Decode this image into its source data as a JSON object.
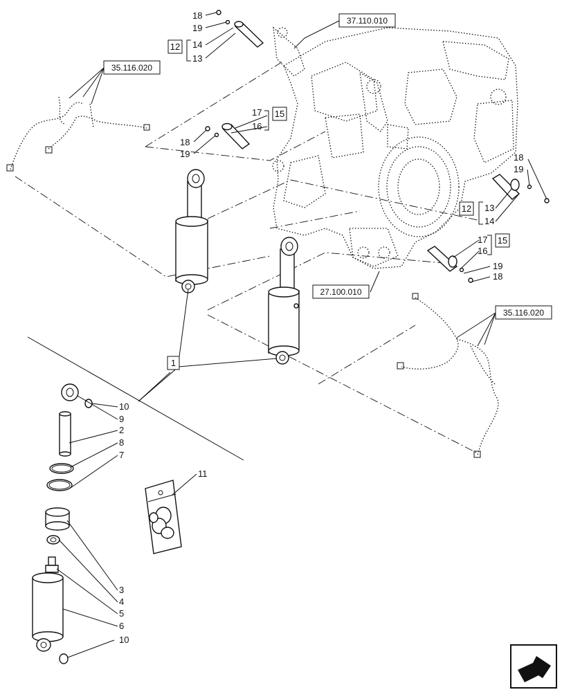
{
  "labels": {
    "ref_lift_arm": "37.110.010",
    "ref_hose_left": "35.116.020",
    "ref_hose_right": "35.116.020",
    "ref_housing": "27.100.010",
    "group_12": "12",
    "group_15": "15",
    "group_1": "1",
    "n18": "18",
    "n19": "19",
    "n14": "14",
    "n13": "13",
    "n17": "17",
    "n16": "16",
    "n10": "10",
    "n9": "9",
    "n2": "2",
    "n8": "8",
    "n7": "7",
    "n3": "3",
    "n4": "4",
    "n5": "5",
    "n6": "6",
    "n11": "11"
  },
  "icons": {
    "nav": "arrow-into-box-icon"
  }
}
